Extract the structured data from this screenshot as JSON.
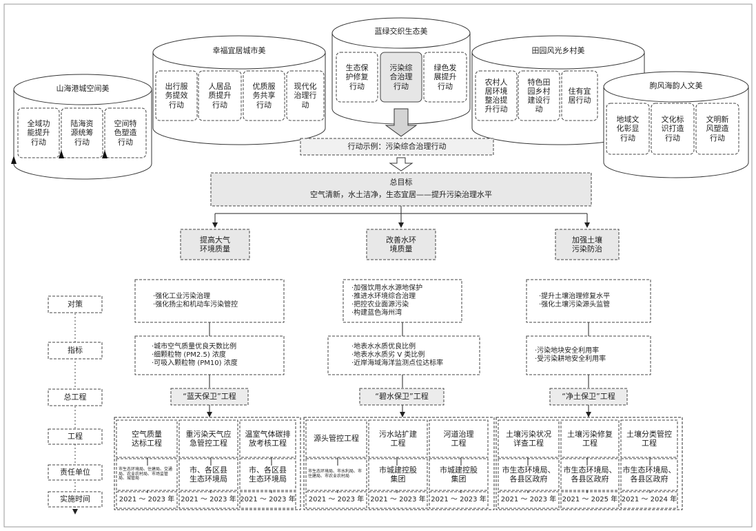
{
  "groups": {
    "shanhai": {
      "title": "山海港城空间美",
      "items": [
        "全域功\n能提升\n行动",
        "陆海资\n源统筹\n行动",
        "空间特\n色塑造\n行动"
      ]
    },
    "xingfu": {
      "title": "幸福宜居城市美",
      "items": [
        "出行服\n务提效\n行动",
        "人居品\n质提升\n行动",
        "优质服\n务共享\n行动",
        "现代化\n治理行\n动"
      ]
    },
    "lanlv": {
      "title": "蓝绿交织生态美",
      "items": [
        "生态保\n护修复\n行动",
        "污染综\n合治理\n行动",
        "绿色发\n展提升\n行动"
      ]
    },
    "tianyuan": {
      "title": "田园风光乡村美",
      "items": [
        "农村人\n居环境\n整治提\n升行动",
        "特色田\n园乡村\n建设行\n动",
        "住有宜\n居行动"
      ]
    },
    "xiongfeng": {
      "title": "朐风海韵人文美",
      "items": [
        "地域文\n化彰显\n行动",
        "文化标\n识打造\n行动",
        "文明新\n风塑造\n行动"
      ]
    }
  },
  "example": "行动示例：污染综合治理行动",
  "goal": {
    "title": "总目标",
    "text": "空气清新，水土洁净，生态宜居——提升污染治理水平"
  },
  "sub_goals": [
    "提高大气\n环境质量",
    "改善水环\n境质量",
    "加强土壤\n污染防治"
  ],
  "labels": {
    "duice": "对策",
    "zhibiao": "指标",
    "zonggongcheng": "总工程",
    "gongcheng": "工程",
    "zeren": "责任单位",
    "shishi": "实施时间"
  },
  "measures": [
    "·强化工业污染治理\n·强化扬尘和机动车污染管控",
    "·加强饮用水水源地保护\n·推进水环境综合治理\n·把控农业面源污染\n·构建蓝色海州湾",
    "·提升土壤治理修复水平\n·强化土壤污染源头监管"
  ],
  "indicators": [
    "·城市空气质量优良天数比例\n·细颗粒物 (PM2.5) 浓度\n·可吸入颗粒物 (PM10) 浓度",
    "·地表水水质优良比例\n·地表水水质劣 V 类比例\n·近岸海域海洋监测点位达标率",
    "·污染地块安全利用率\n·受污染耕地安全利用率"
  ],
  "programs": [
    "“蓝天保卫”工程",
    "“碧水保卫”工程",
    "“净土保卫”工程"
  ],
  "projects": [
    [
      {
        "name": "空气质量\n达标工程",
        "unit": "市生态环境局、住建局、交通局、农业农村局、市场监管局、城管局",
        "time": "2021 ～ 2023 年"
      },
      {
        "name": "重污染天气应\n急管控工程",
        "unit": "市、各区县\n生态环境局",
        "time": "2021 ～ 2023 年"
      },
      {
        "name": "温室气体碳排\n放考核工程",
        "unit": "市、各区县\n生态环境局",
        "time": "2021 ～ 2023 年"
      }
    ],
    [
      {
        "name": "源头管控工程",
        "unit": "市生态环境局、市水利局、市住建局、市农业农村局",
        "time": "2021 ～ 2023 年"
      },
      {
        "name": "污水站扩建\n工程",
        "unit": "市城建控股\n集团",
        "time": "2021 ～ 2023 年"
      },
      {
        "name": "河道治理\n工程",
        "unit": "市城建控股\n集团",
        "time": "2021 ～ 2023 年"
      }
    ],
    [
      {
        "name": "土壤污染状况\n详查工程",
        "unit": "市生态环境局、\n各县区政府",
        "time": "2021 ～ 2023 年"
      },
      {
        "name": "土壤污染修复\n工程",
        "unit": "市生态环境局、\n各县区政府",
        "time": "2021 ～ 2025 年"
      },
      {
        "name": "土壤分类管控\n工程",
        "unit": "市生态环境局、\n各县区政府",
        "time": "2021 ～ 2024 年"
      }
    ]
  ],
  "colors": {
    "line": "#333333",
    "highlight_fill": "#e6e6e6",
    "dash_stroke": "#444444"
  }
}
